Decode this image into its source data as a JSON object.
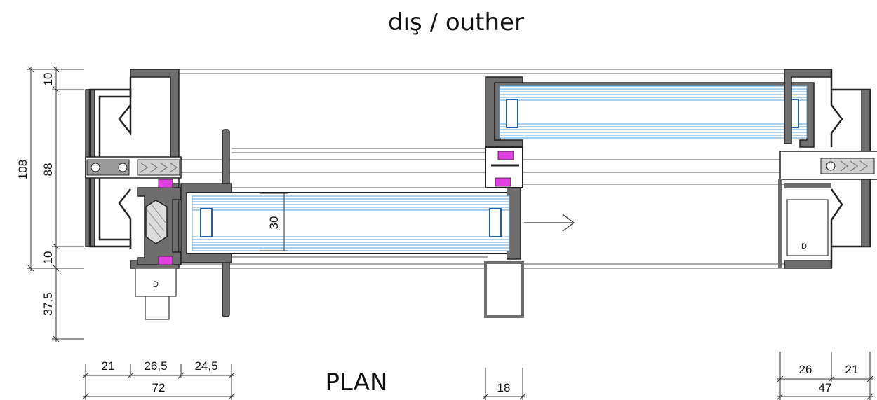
{
  "title": "dış / outher",
  "plan_label": "PLAN",
  "dimensions": {
    "left_vertical": {
      "overall": "108",
      "inner": "88",
      "top_gap": "10",
      "bottom_gap": "10",
      "sill": "37,5"
    },
    "glass_thickness": "30",
    "bottom_left": {
      "a": "21",
      "b": "26,5",
      "c": "24,5",
      "total": "72"
    },
    "bottom_middle": "18",
    "bottom_right": {
      "a": "26",
      "b": "21",
      "total": "47"
    }
  },
  "roller_tag": "D",
  "colors": {
    "profile_fill": "#6e6e6e",
    "profile_stroke": "#222222",
    "glass_line": "#5aa0d8",
    "glass_clip": "#1f5fa8",
    "gasket": "#e040e0",
    "line": "#444444"
  },
  "arrow_direction": "right"
}
